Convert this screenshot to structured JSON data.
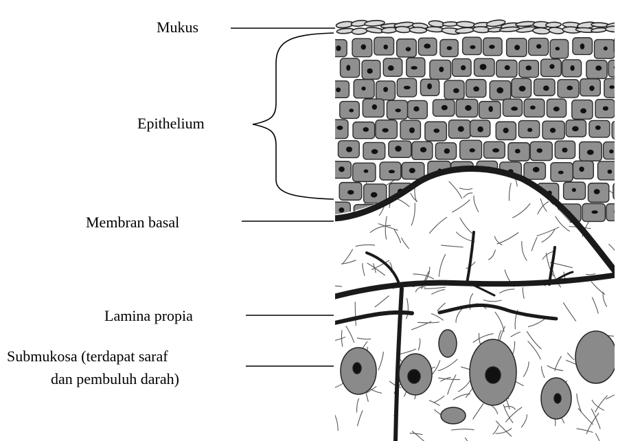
{
  "labels": {
    "mukus": "Mukus",
    "epithelium": "Epithelium",
    "membran_basal": "Membran basal",
    "lamina_propia": "Lamina propia",
    "submukosa_line1": "Submukosa (terdapat saraf",
    "submukosa_line2": "dan pembuluh darah)"
  },
  "colors": {
    "cell_fill": "#8f8f8f",
    "cell_stroke": "#2a2a2a",
    "nucleus": "#111111",
    "membrane": "#1a1a1a",
    "fiber": "#555555"
  }
}
